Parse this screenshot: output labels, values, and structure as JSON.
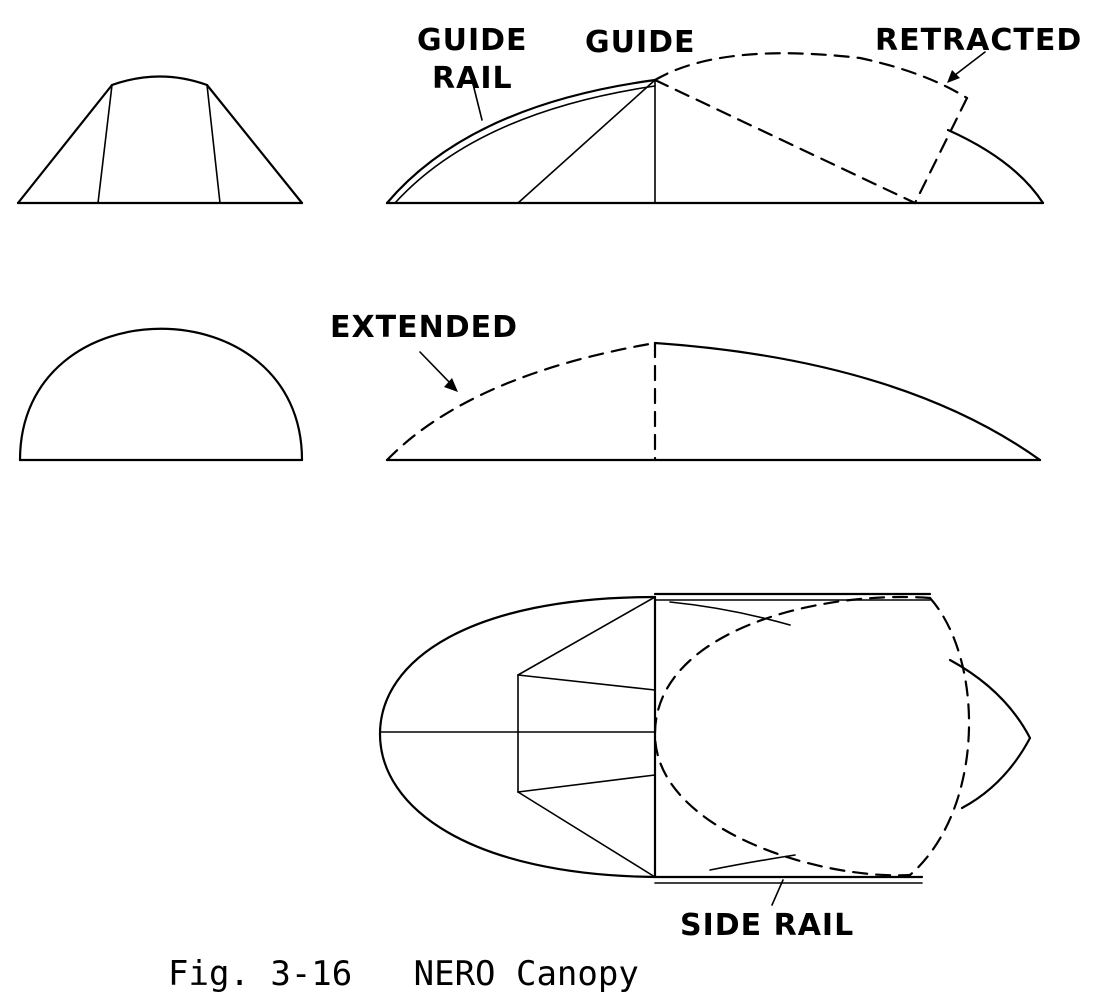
{
  "labels": {
    "guide_rail_line1": "GUIDE",
    "guide_rail_line2": "RAIL",
    "guide": "GUIDE",
    "retracted": "RETRACTED",
    "extended": "EXTENDED",
    "side_rail": "SIDE  RAIL"
  },
  "caption": "Fig. 3-16   NERO Canopy"
}
